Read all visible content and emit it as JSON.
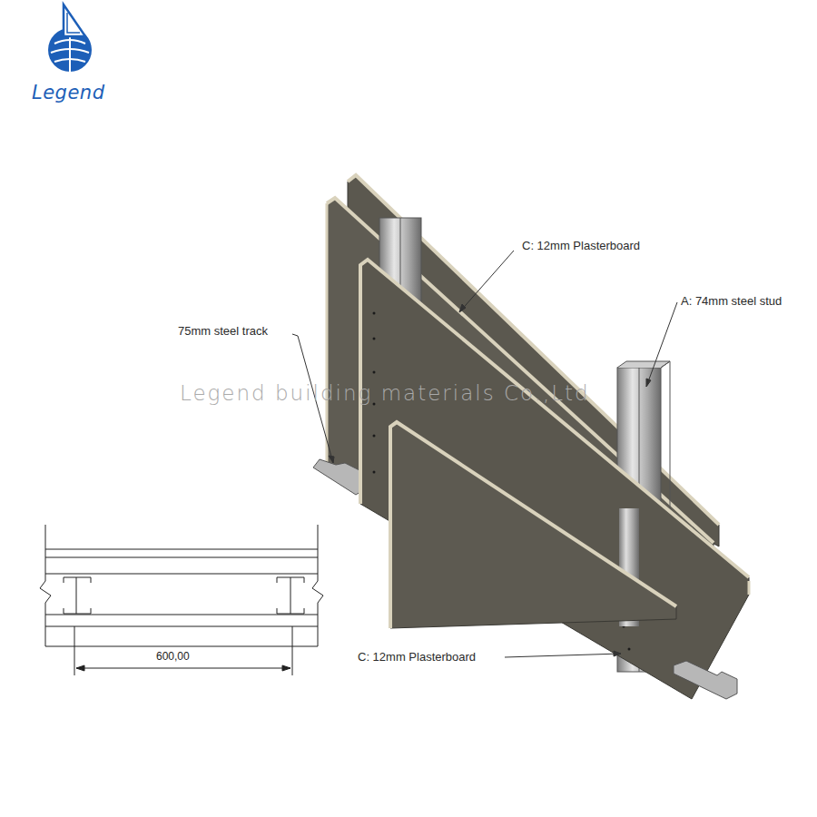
{
  "diagram": {
    "labels": [
      "Legend",
      "C:  12mm Plasterboard",
      "A: 74mm steel stud",
      "75mm steel track",
      "Legend building materials Co.,Ltd",
      "C:  12mm Plasterboard",
      "600,00"
    ]
  }
}
